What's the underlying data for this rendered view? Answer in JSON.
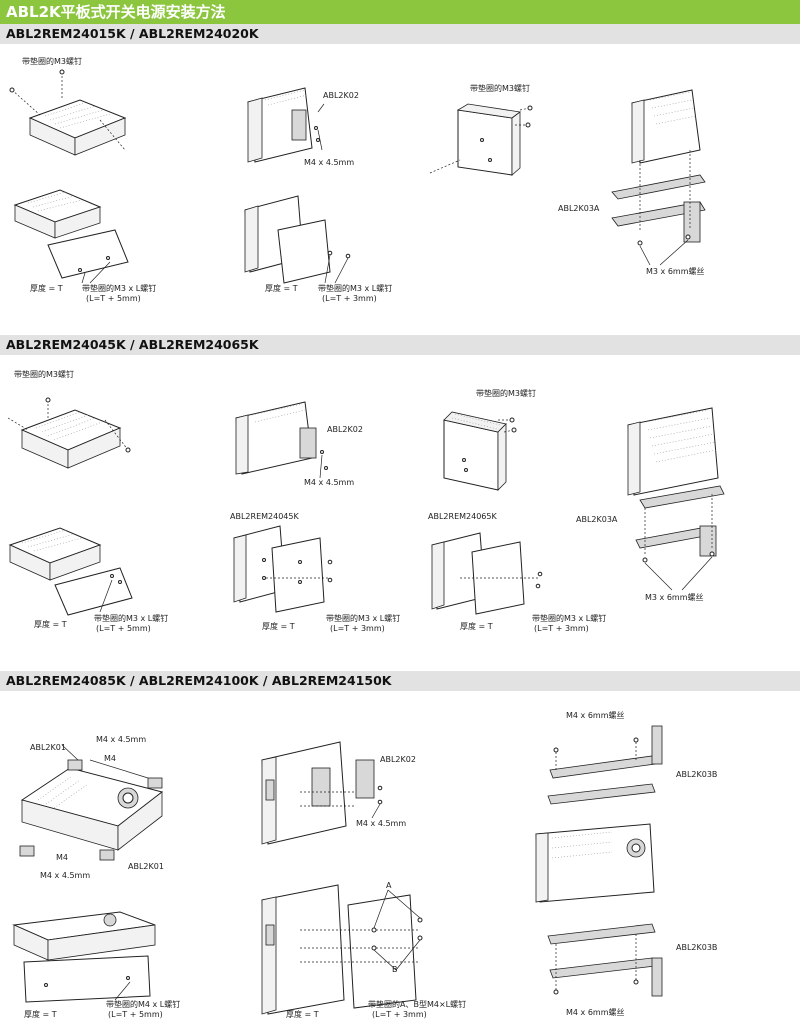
{
  "title": "ABL2K平板式开关电源安装方法",
  "sections": [
    {
      "header": "ABL2REM24015K / ABL2REM24020K"
    },
    {
      "header": "ABL2REM24045K / ABL2REM24065K"
    },
    {
      "header": "ABL2REM24085K / ABL2REM24100K / ABL2REM24150K"
    }
  ],
  "labels": {
    "washer_m3_screw": "带垫圈的M3螺钉",
    "abl2k02": "ABL2K02",
    "m4x45": "M4 x 4.5mm",
    "abl2k03a": "ABL2K03A",
    "m3x6": "M3 x 6mm螺丝",
    "thickness_t": "厚度 = T",
    "washer_m3xl": "带垫圈的M3 x L螺钉",
    "l_t5": "(L=T + 5mm)",
    "l_t3": "(L=T + 3mm)",
    "abl2rem24045k": "ABL2REM24045K",
    "abl2rem24065k": "ABL2REM24065K",
    "abl2k01": "ABL2K01",
    "m4": "M4",
    "m4x6": "M4 x 6mm螺丝",
    "abl2k03b": "ABL2K03B",
    "washer_m4xl": "带垫圈的M4 x L螺钉",
    "a": "A",
    "b": "B",
    "washer_ab_m4xl": "带垫圈的A、B型M4×L螺钉"
  }
}
